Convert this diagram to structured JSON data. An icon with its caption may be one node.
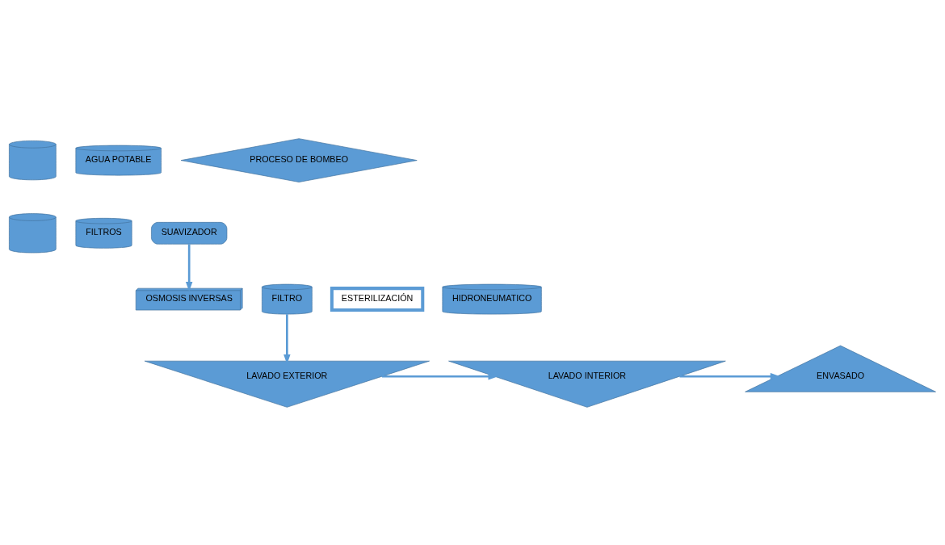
{
  "diagram": {
    "nodes": [
      {
        "text": [],
        "shape": "cylinder"
      },
      {
        "text": [
          "AGUA POTABLE"
        ]
      },
      {
        "text": [
          "PROCESO DE BOMBEO"
        ]
      },
      {
        "text": [],
        "shape": "cylinder"
      },
      {
        "text": [
          "FILTROS"
        ]
      },
      {
        "text": [
          "SUAVIZADOR"
        ]
      },
      {
        "text": [
          "OSMOSIS INVERSAS"
        ]
      },
      {
        "text": [
          "FILTRO"
        ]
      },
      {
        "text": [
          "ESTERILIZACIÓN"
        ]
      },
      {
        "text": [
          "HIDRONEUMATICO"
        ]
      },
      {
        "text": [
          "LAVADO EXTERIOR"
        ]
      },
      {
        "text": [
          "LAVADO INTERIOR"
        ]
      },
      {
        "text": [
          "ENVASADO"
        ]
      }
    ],
    "edges": [
      {
        "from": 5,
        "to": 6,
        "arrow": "to"
      },
      {
        "from": 7,
        "to": 10,
        "arrow": "to"
      },
      {
        "from": 10,
        "to": 11,
        "arrow": "to"
      },
      {
        "from": 11,
        "to": 12,
        "arrow": "to"
      }
    ]
  }
}
